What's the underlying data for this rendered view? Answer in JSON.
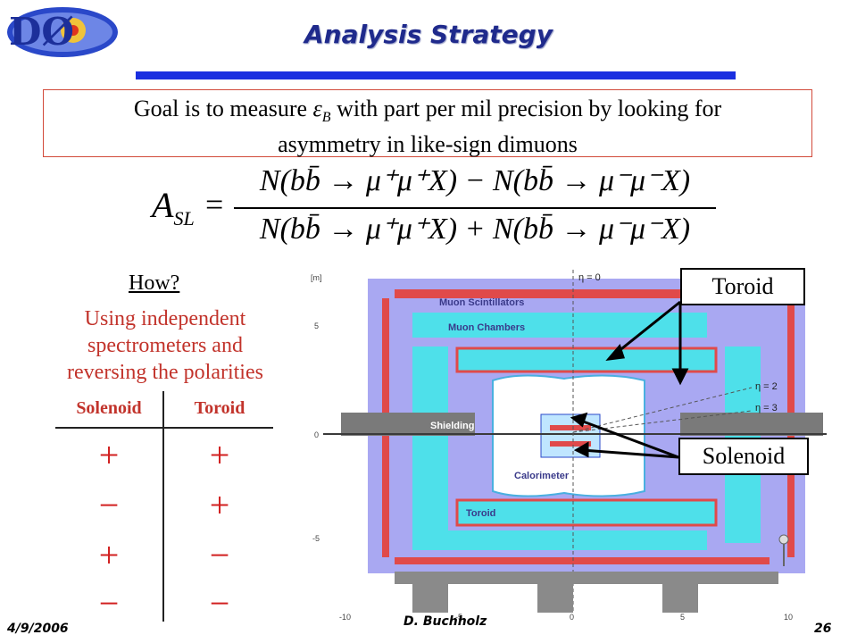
{
  "logo": {
    "text": "DØ"
  },
  "title": "Analysis Strategy",
  "goal": {
    "line1_pre": "Goal is to measure ",
    "symbol": "ε",
    "subscript": "B",
    "line1_post": " with part per mil precision by looking for",
    "line2": "asymmetry in like-sign dimuons"
  },
  "formula": {
    "lhs": "A",
    "lhs_sub": "SL",
    "numerator": "N(bb̄ → μ⁺μ⁺X) − N(bb̄ → μ⁻μ⁻X)",
    "denominator": "N(bb̄ → μ⁺μ⁺X) + N(bb̄ → μ⁻μ⁻X)"
  },
  "how": "How?",
  "method": [
    "Using independent",
    "spectrometers and",
    "reversing the polarities"
  ],
  "polarity_table": {
    "headers": [
      "Solenoid",
      "Toroid"
    ],
    "rows": [
      [
        "+",
        "+"
      ],
      [
        "−",
        "+"
      ],
      [
        "+",
        "−"
      ],
      [
        "−",
        "−"
      ]
    ]
  },
  "detector": {
    "labels": {
      "muon_scintillators": "Muon Scintillators",
      "muon_chambers": "Muon Chambers",
      "shielding": "Shielding",
      "calorimeter": "Calorimeter",
      "toroid": "Toroid",
      "eta0": "η = 0",
      "eta2": "η = 2",
      "eta3": "η = 3",
      "axis_y": [
        "[m]",
        "5",
        "0",
        "-5"
      ],
      "axis_x": [
        "-10",
        "-5",
        "0",
        "5",
        "10"
      ]
    },
    "callouts": {
      "toroid": "Toroid",
      "solenoid": "Solenoid"
    },
    "colors": {
      "muon": "#9c9ef2",
      "chamber": "#4ee0ea",
      "magnet": "#e04a4a",
      "shield": "#7a7a7a",
      "beam": "#3a3a3a"
    }
  },
  "footer": {
    "date": "4/9/2006",
    "author": "D. Buchholz",
    "page": "26"
  }
}
